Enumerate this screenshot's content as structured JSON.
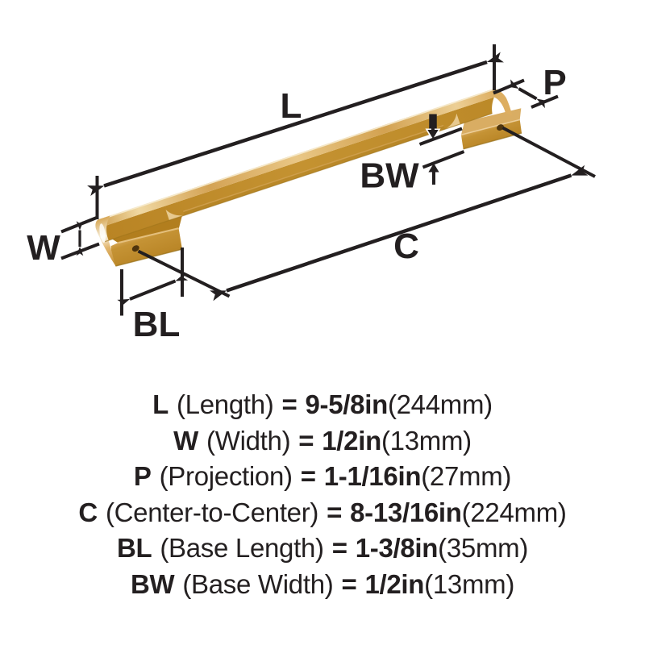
{
  "diagram": {
    "labels": {
      "length": "L",
      "width": "W",
      "projection": "P",
      "center": "C",
      "base_length": "BL",
      "base_width": "BW"
    },
    "colors": {
      "line": "#231f20",
      "brass_light": "#f0d8a2",
      "brass_mid": "#d4a355",
      "brass_dark": "#b98424",
      "hole": "#4f350d"
    }
  },
  "specs": {
    "equals": "=",
    "rows": [
      {
        "abbr": "L",
        "name": "(Length)",
        "value": "9-5/8in",
        "metric": "(244mm)"
      },
      {
        "abbr": "W",
        "name": "(Width)",
        "value": "1/2in",
        "metric": "(13mm)"
      },
      {
        "abbr": "P",
        "name": "(Projection)",
        "value": "1-1/16in",
        "metric": "(27mm)"
      },
      {
        "abbr": "C",
        "name": "(Center-to-Center)",
        "value": "8-13/16in",
        "metric": "(224mm)"
      },
      {
        "abbr": "BL",
        "name": "(Base Length)",
        "value": "1-3/8in",
        "metric": "(35mm)"
      },
      {
        "abbr": "BW",
        "name": "(Base Width)",
        "value": "1/2in",
        "metric": "(13mm)"
      }
    ]
  }
}
